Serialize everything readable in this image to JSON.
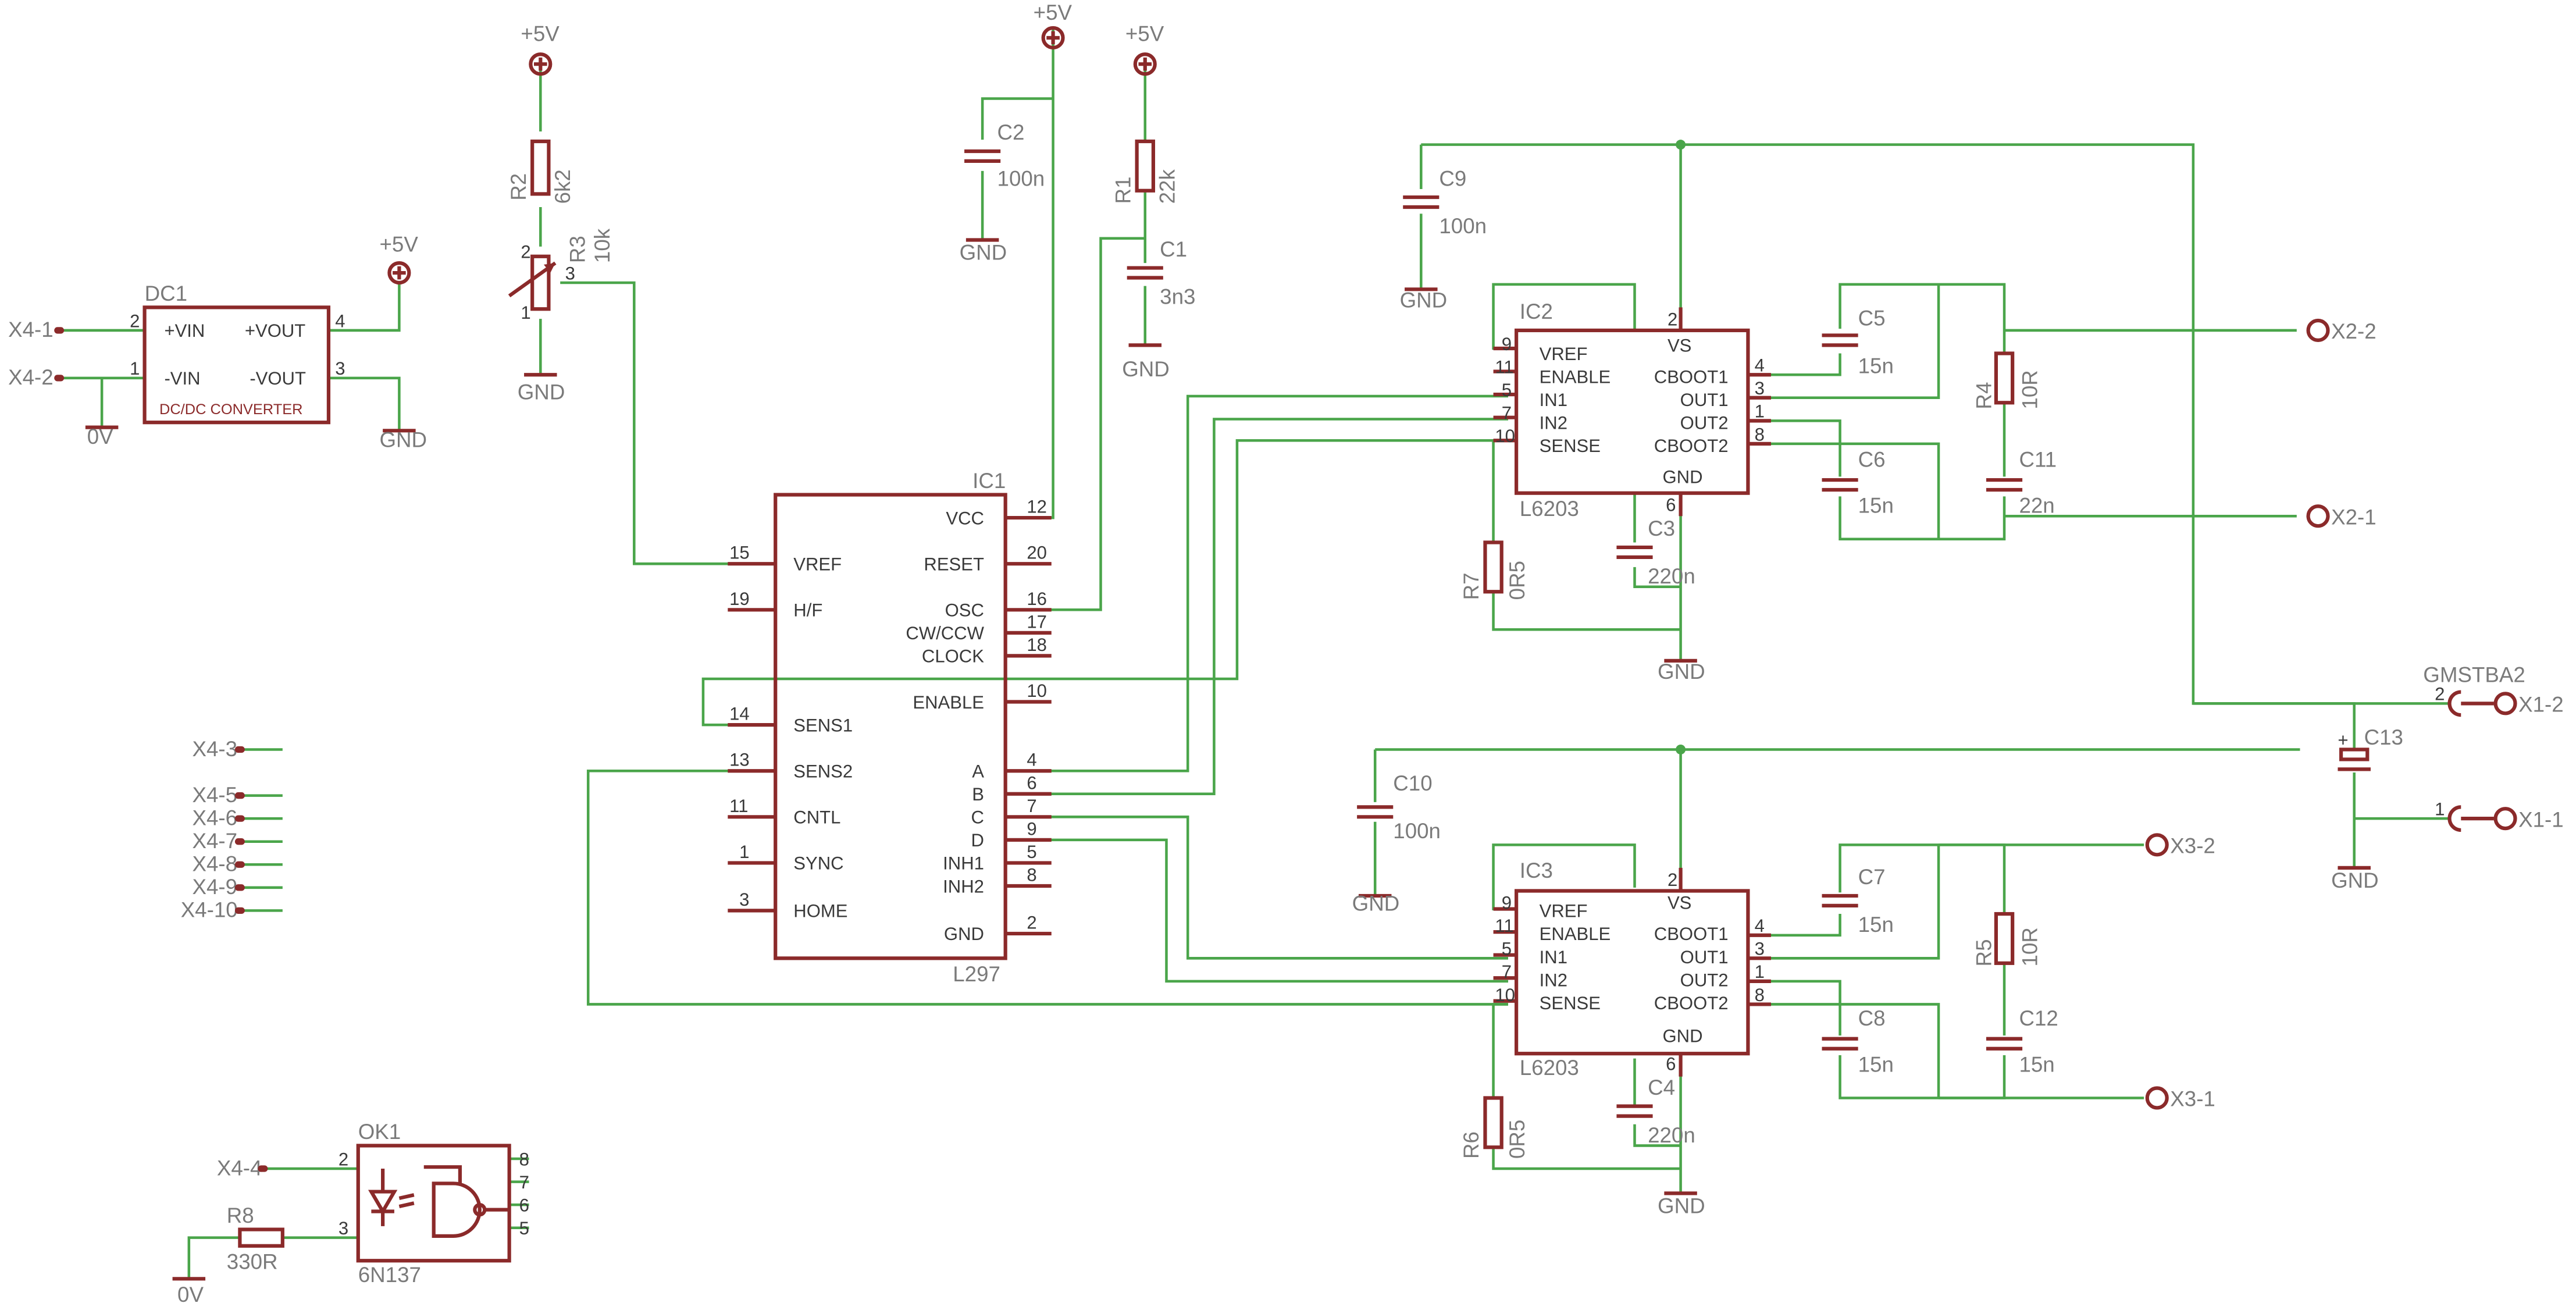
{
  "power": {
    "p5v": "+5V",
    "gnd": "GND",
    "zero_v": "0V"
  },
  "parts": {
    "dc1": {
      "name": "DC1",
      "label": "DC/DC CONVERTER",
      "pins": [
        "+VIN",
        "-VIN",
        "+VOUT",
        "-VOUT"
      ],
      "pin_nums": [
        "2",
        "1",
        "4",
        "3"
      ]
    },
    "r2": {
      "name": "R2",
      "value": "6k2"
    },
    "r3": {
      "name": "R3",
      "value": "10k",
      "pin_nums": [
        "2",
        "1",
        "3"
      ]
    },
    "c2": {
      "name": "C2",
      "value": "100n"
    },
    "r1": {
      "name": "R1",
      "value": "22k"
    },
    "c1": {
      "name": "C1",
      "value": "3n3"
    },
    "ic1": {
      "name": "IC1",
      "value": "L297",
      "left_pins": [
        {
          "num": "15",
          "name": "VREF"
        },
        {
          "num": "19",
          "name": "H/F"
        },
        {
          "num": "14",
          "name": "SENS1"
        },
        {
          "num": "13",
          "name": "SENS2"
        },
        {
          "num": "11",
          "name": "CNTL"
        },
        {
          "num": "1",
          "name": "SYNC"
        },
        {
          "num": "3",
          "name": "HOME"
        }
      ],
      "right_pins": [
        {
          "num": "12",
          "name": "VCC"
        },
        {
          "num": "20",
          "name": "RESET"
        },
        {
          "num": "16",
          "name": "OSC"
        },
        {
          "num": "17",
          "name": "CW/CCW"
        },
        {
          "num": "18",
          "name": "CLOCK"
        },
        {
          "num": "10",
          "name": "ENABLE"
        },
        {
          "num": "4",
          "name": "A"
        },
        {
          "num": "6",
          "name": "B"
        },
        {
          "num": "7",
          "name": "C"
        },
        {
          "num": "9",
          "name": "D"
        },
        {
          "num": "5",
          "name": "INH1"
        },
        {
          "num": "8",
          "name": "INH2"
        },
        {
          "num": "2",
          "name": "GND"
        }
      ]
    },
    "ic2": {
      "name": "IC2",
      "value": "L6203",
      "left_pins": [
        {
          "num": "9",
          "name": "VREF"
        },
        {
          "num": "11",
          "name": "ENABLE"
        },
        {
          "num": "5",
          "name": "IN1"
        },
        {
          "num": "7",
          "name": "IN2"
        },
        {
          "num": "10",
          "name": "SENSE"
        }
      ],
      "right_pins": [
        {
          "num": "4",
          "name": "CBOOT1"
        },
        {
          "num": "3",
          "name": "OUT1"
        },
        {
          "num": "1",
          "name": "OUT2"
        },
        {
          "num": "8",
          "name": "CBOOT2"
        }
      ],
      "vs": "VS",
      "vs_num": "2",
      "gnd": "GND",
      "gnd_num": "6"
    },
    "ic3": {
      "name": "IC3",
      "value": "L6203",
      "left_pins": [
        {
          "num": "9",
          "name": "VREF"
        },
        {
          "num": "11",
          "name": "ENABLE"
        },
        {
          "num": "5",
          "name": "IN1"
        },
        {
          "num": "7",
          "name": "IN2"
        },
        {
          "num": "10",
          "name": "SENSE"
        }
      ],
      "right_pins": [
        {
          "num": "4",
          "name": "CBOOT1"
        },
        {
          "num": "3",
          "name": "OUT1"
        },
        {
          "num": "1",
          "name": "OUT2"
        },
        {
          "num": "8",
          "name": "CBOOT2"
        }
      ],
      "vs": "VS",
      "vs_num": "2",
      "gnd": "GND",
      "gnd_num": "6"
    },
    "c9": {
      "name": "C9",
      "value": "100n"
    },
    "c10": {
      "name": "C10",
      "value": "100n"
    },
    "c3": {
      "name": "C3",
      "value": "220n"
    },
    "c4": {
      "name": "C4",
      "value": "220n"
    },
    "c5": {
      "name": "C5",
      "value": "15n"
    },
    "c6": {
      "name": "C6",
      "value": "15n"
    },
    "c7": {
      "name": "C7",
      "value": "15n"
    },
    "c8": {
      "name": "C8",
      "value": "15n"
    },
    "c11": {
      "name": "C11",
      "value": "22n"
    },
    "c12": {
      "name": "C12",
      "value": "15n"
    },
    "c13": {
      "name": "C13"
    },
    "r4": {
      "name": "R4",
      "value": "10R"
    },
    "r5": {
      "name": "R5",
      "value": "10R"
    },
    "r6": {
      "name": "R6",
      "value": "0R5"
    },
    "r7": {
      "name": "R7",
      "value": "0R5"
    },
    "r8": {
      "name": "R8",
      "value": "330R"
    },
    "ok1": {
      "name": "OK1",
      "value": "6N137",
      "pin_nums": [
        "2",
        "3",
        "8",
        "7",
        "6",
        "5"
      ]
    },
    "gmstba2": {
      "name": "GMSTBA2",
      "pin_nums": [
        "2",
        "1"
      ]
    }
  },
  "connectors": {
    "x4_1": "X4-1",
    "x4_2": "X4-2",
    "x4_3": "X4-3",
    "x4_4": "X4-4",
    "x4_5": "X4-5",
    "x4_6": "X4-6",
    "x4_7": "X4-7",
    "x4_8": "X4-8",
    "x4_9": "X4-9",
    "x4_10": "X4-10",
    "x2_1": "X2-1",
    "x2_2": "X2-2",
    "x3_1": "X3-1",
    "x3_2": "X3-2",
    "x1_1": "X1-1",
    "x1_2": "X1-2"
  },
  "colors": {
    "part": "#8b2a2a",
    "wire": "#4aa54a",
    "label": "#7a7a7a"
  }
}
